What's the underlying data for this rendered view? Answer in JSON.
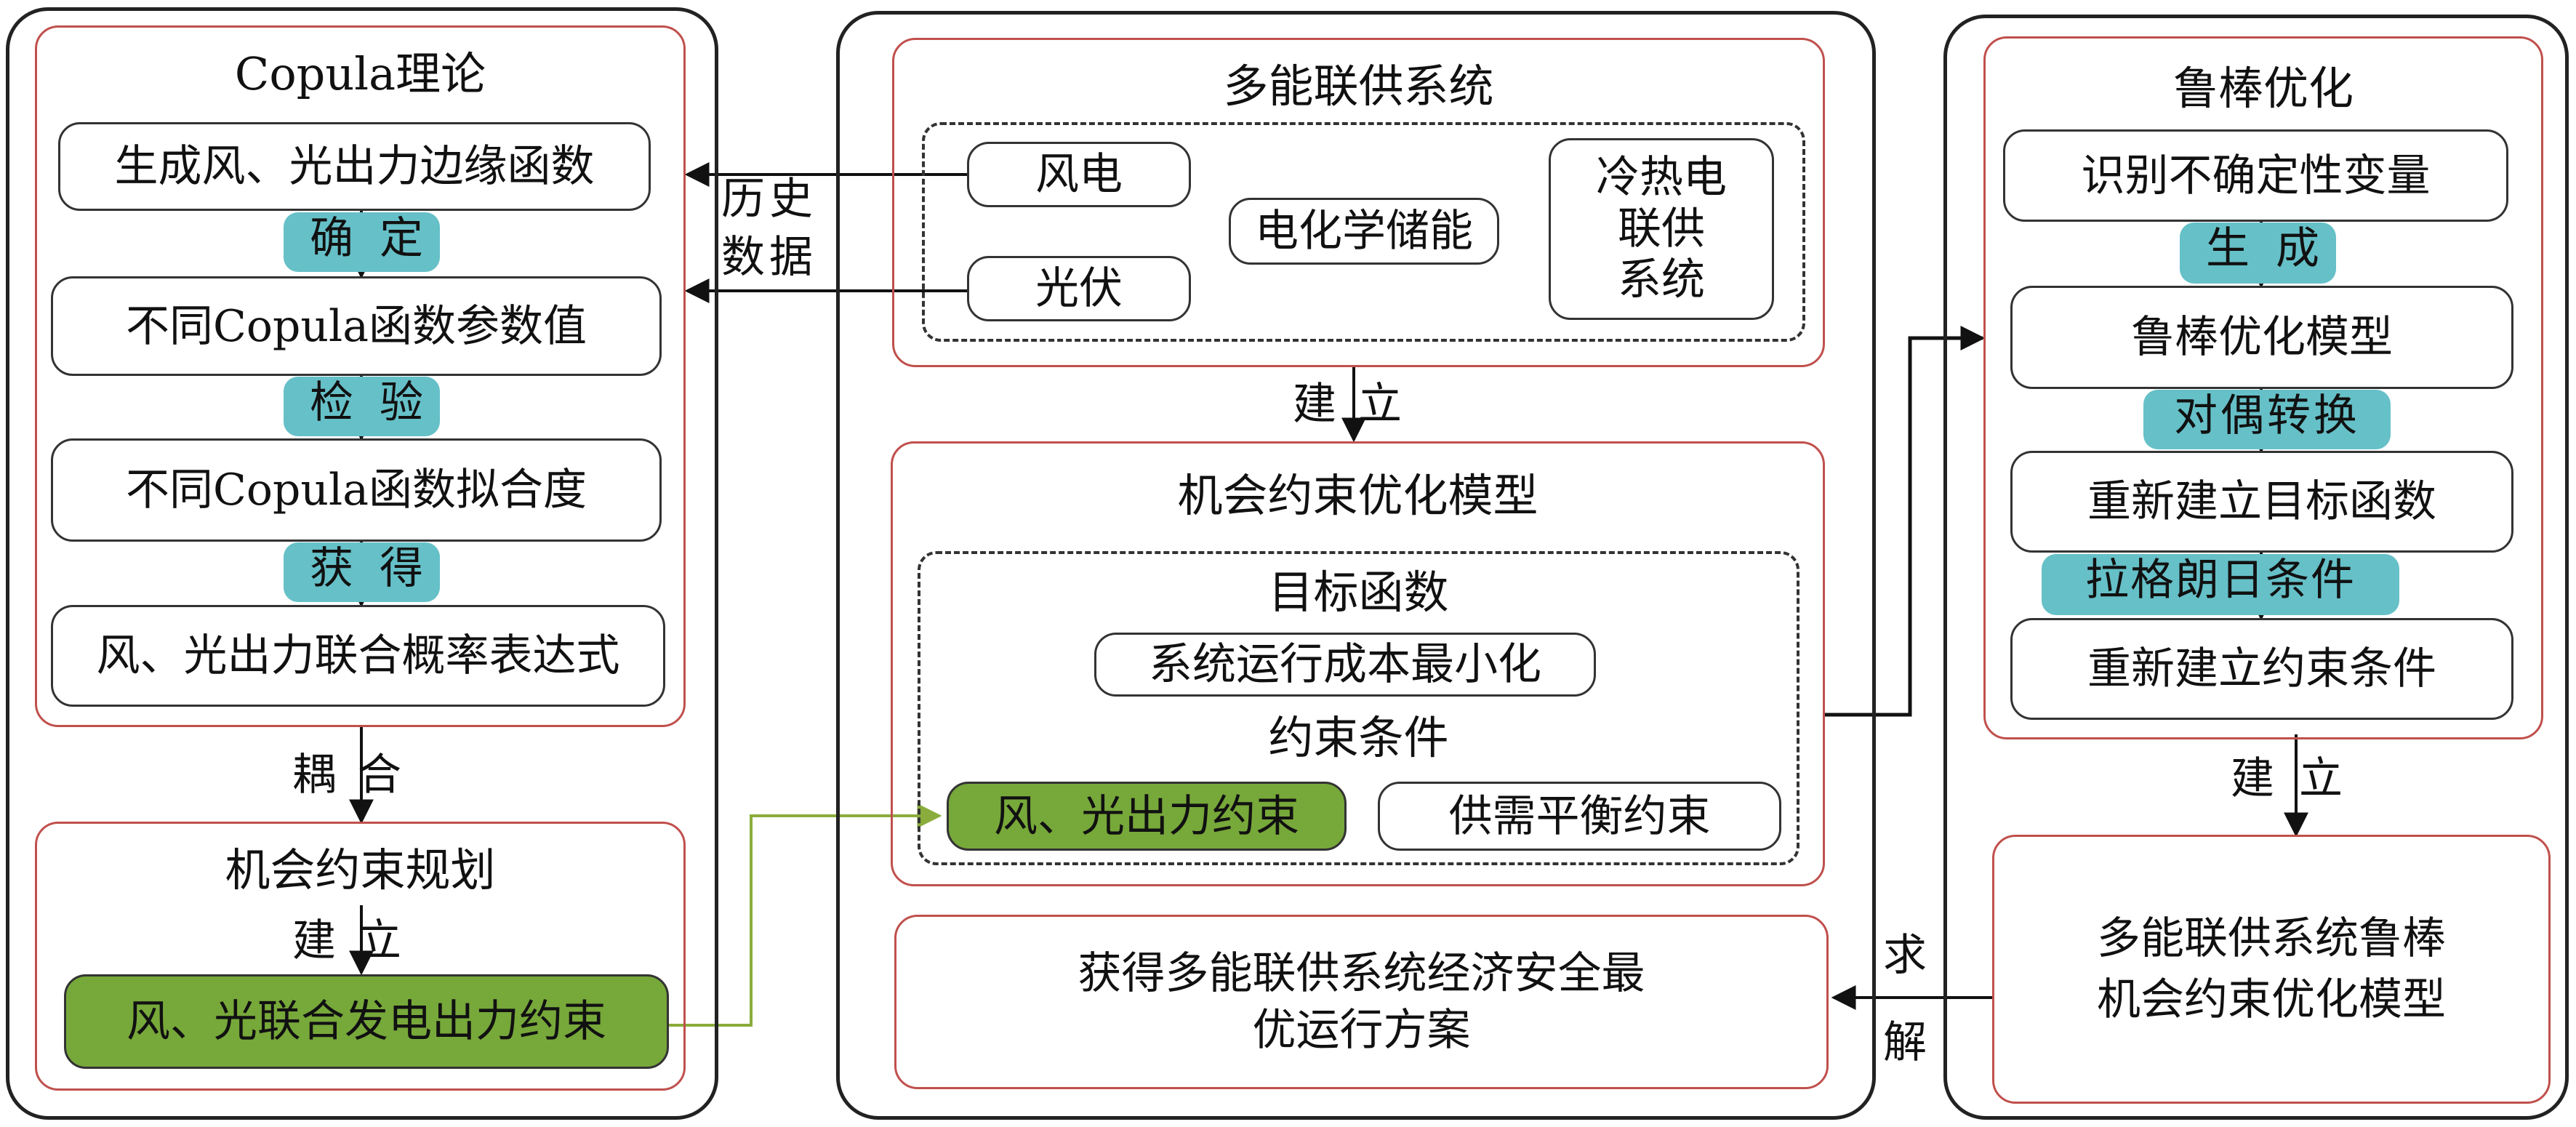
{
  "colors": {
    "panel_border": "#222222",
    "section_border": "#c0504d",
    "highlight_green": "#77a83a",
    "highlight_teal": "#66c0c8",
    "arrow_green": "#8aac3c"
  },
  "copula": {
    "title": "Copula理论",
    "step1": "生成风、光出力边缘函数",
    "link1": "确定",
    "step2": "不同Copula函数参数值",
    "link2": "检验",
    "step3": "不同Copula函数拟合度",
    "link3": "获得",
    "step4": "风、光出力联合概率表达式",
    "couple": "耦合",
    "ccp_title": "机会约束规划",
    "ccp_link": "建立",
    "ccp_result": "风、光联合发电出力约束"
  },
  "system": {
    "title": "多能联供系统",
    "wind": "风电",
    "pv": "光伏",
    "storage": "电化学储能",
    "cchp_line1": "冷热电",
    "cchp_line2": "联供",
    "cchp_line3": "系统",
    "history_line1": "历史",
    "history_line2": "数据",
    "establish": "建立"
  },
  "chance_model": {
    "title": "机会约束优化模型",
    "objective_heading": "目标函数",
    "objective": "系统运行成本最小化",
    "constraint_heading": "约束条件",
    "constraint_wind_pv": "风、光出力约束",
    "constraint_balance": "供需平衡约束"
  },
  "result": {
    "line1": "获得多能联供系统经济安全最",
    "line2": "优运行方案",
    "solve_char1": "求",
    "solve_char2": "解"
  },
  "robust": {
    "title": "鲁棒优化",
    "step1": "识别不确定性变量",
    "link1": "生成",
    "step2": "鲁棒优化模型",
    "link2": "对偶转换",
    "step3": "重新建立目标函数",
    "link3": "拉格朗日条件",
    "step4": "重新建立约束条件",
    "establish": "建立",
    "final_line1": "多能联供系统鲁棒",
    "final_line2": "机会约束优化模型"
  }
}
